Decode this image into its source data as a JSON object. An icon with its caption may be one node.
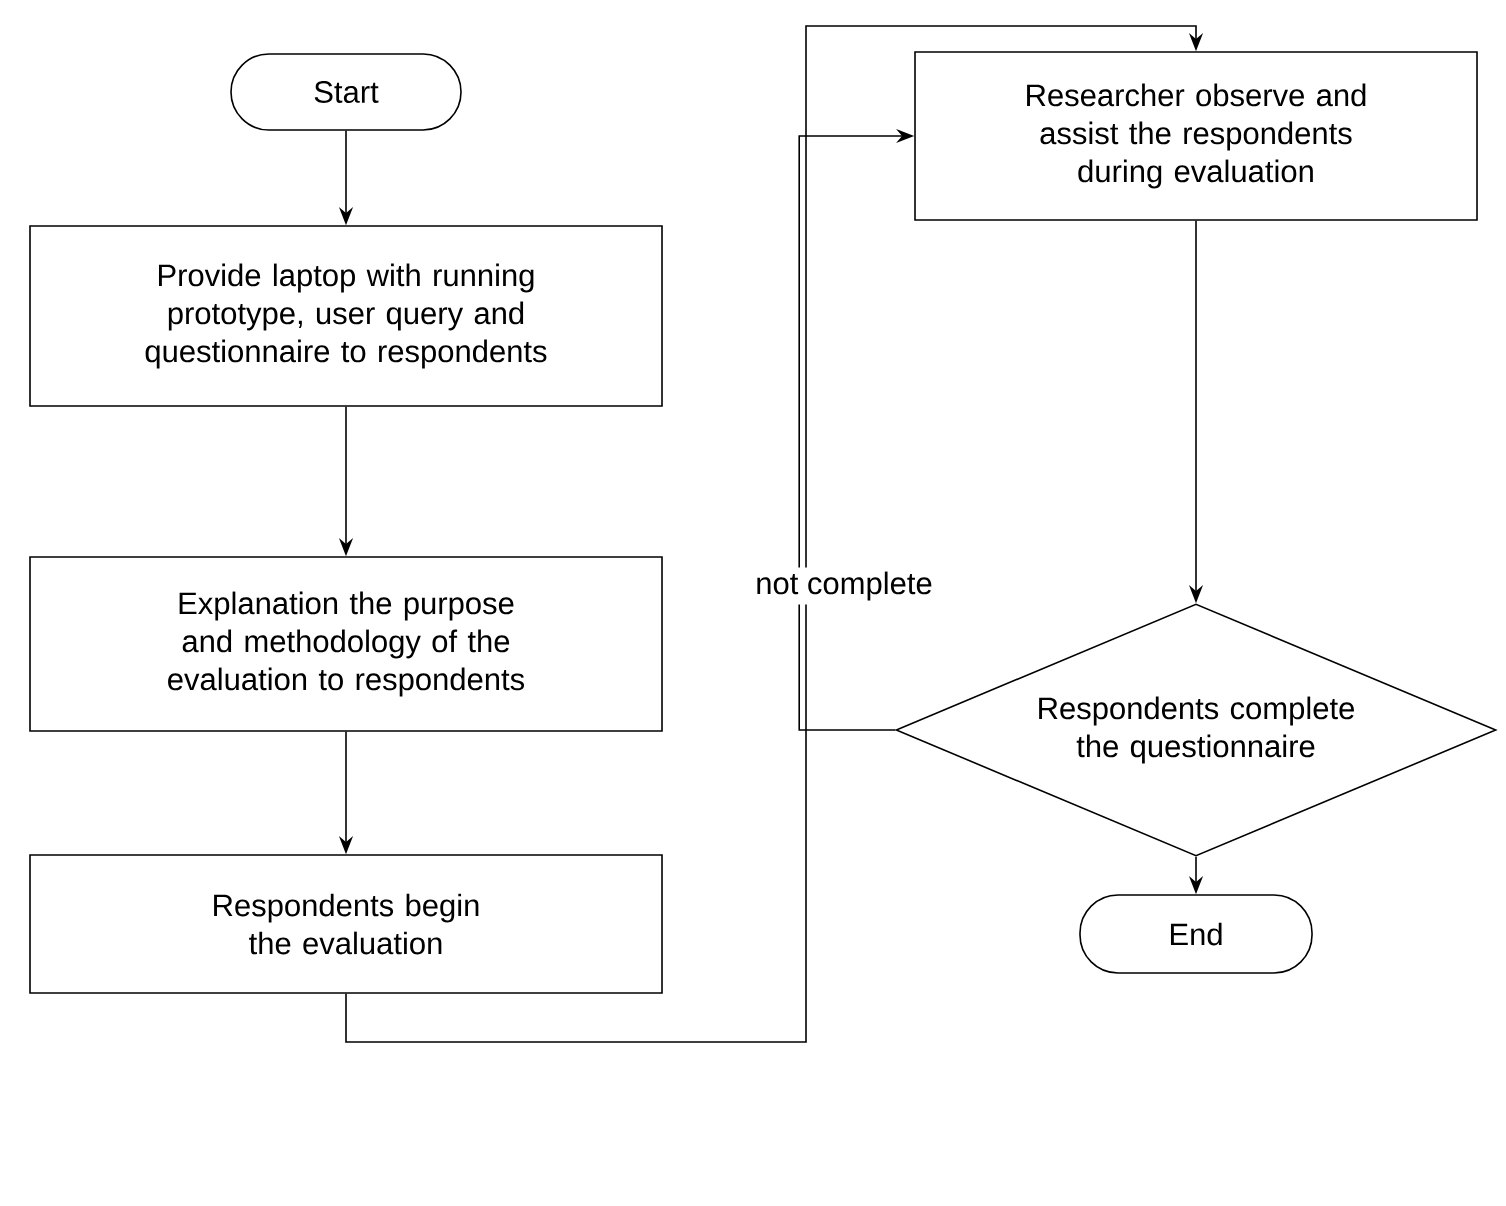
{
  "diagram": {
    "nodes": [
      {
        "text": [
          "Start"
        ]
      },
      {
        "text": [
          "Provide laptop with running prototype, user query and questionnaire to respondents"
        ]
      },
      {
        "text": [
          "Explanation the purpose and methodology of the evaluation to respondents"
        ]
      },
      {
        "text": [
          "Respondents begin the evaluation"
        ]
      },
      {
        "text": [
          "Researcher observe and assist the respondents during evaluation"
        ]
      },
      {
        "text": [
          "Respondents complete the questionnaire"
        ]
      },
      {
        "text": [
          "End"
        ]
      }
    ],
    "edges": [
      {
        "from": 0,
        "to": 1,
        "arrow": "to"
      },
      {
        "from": 1,
        "to": 2,
        "arrow": "to"
      },
      {
        "from": 2,
        "to": 3,
        "arrow": "to"
      },
      {
        "from": 3,
        "to": 4,
        "arrow": "to"
      },
      {
        "from": 4,
        "to": 5,
        "arrow": "to"
      },
      {
        "from": 5,
        "to": 4,
        "arrow": "to",
        "label": "not complete"
      },
      {
        "from": 5,
        "to": 6,
        "arrow": "to"
      }
    ]
  }
}
